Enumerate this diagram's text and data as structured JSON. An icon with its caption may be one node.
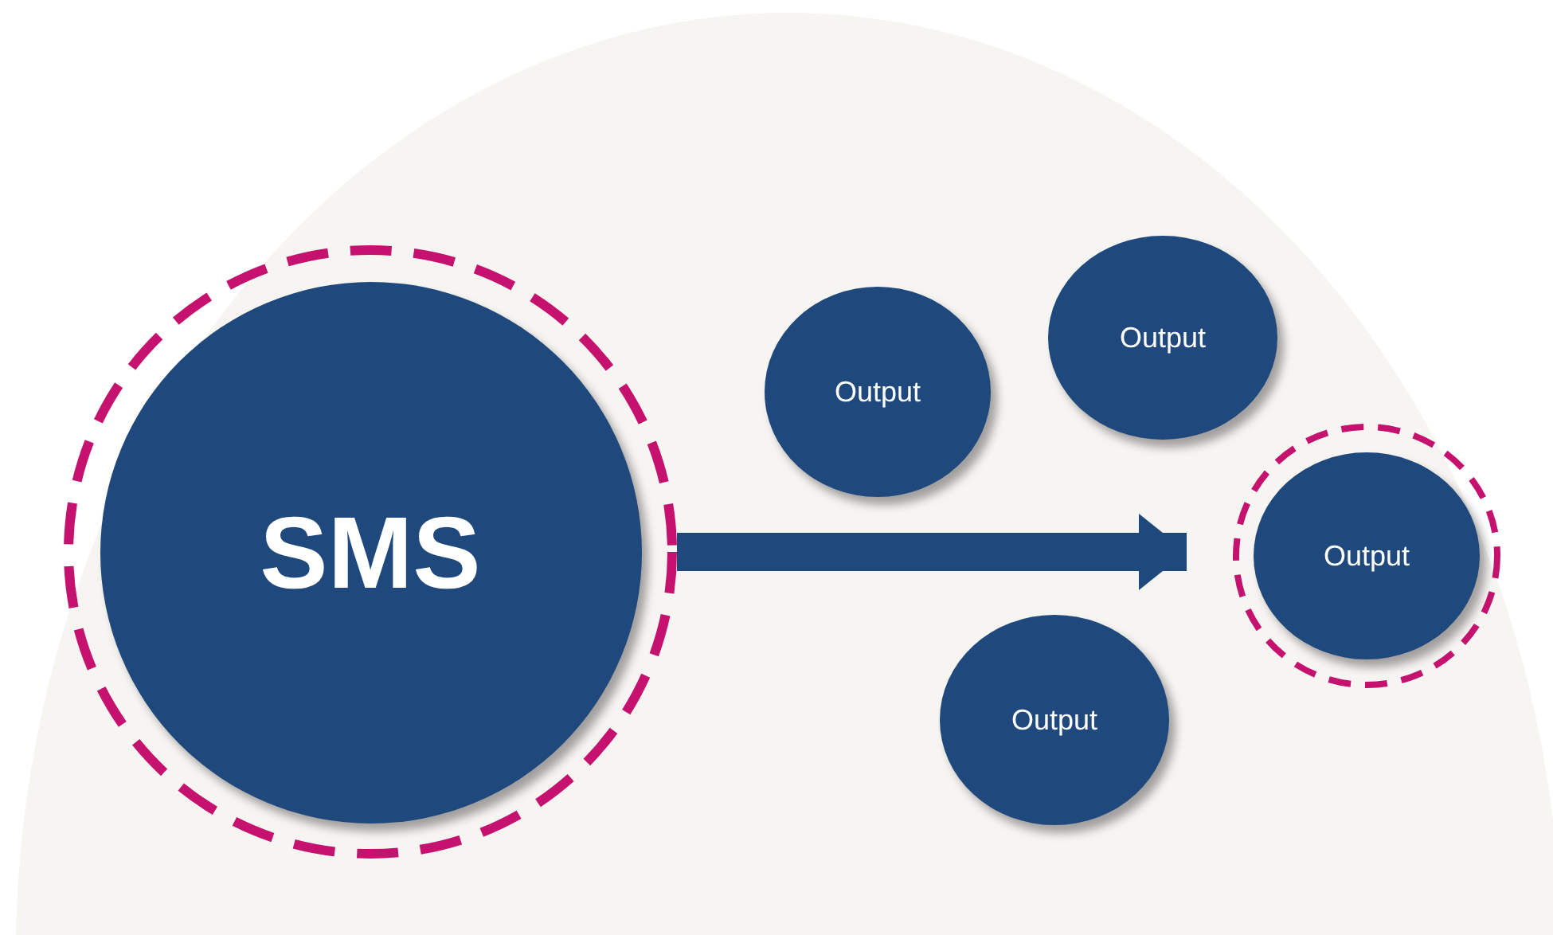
{
  "diagram": {
    "nodes": [
      {
        "text": [
          "SMS"
        ]
      },
      {
        "text": [
          "Output"
        ]
      },
      {
        "text": [
          "Output"
        ]
      },
      {
        "text": [
          "Output"
        ]
      },
      {
        "text": [
          "Output"
        ]
      }
    ],
    "edges": [
      {
        "from": 0,
        "to": 3,
        "arrow": "to"
      }
    ]
  }
}
